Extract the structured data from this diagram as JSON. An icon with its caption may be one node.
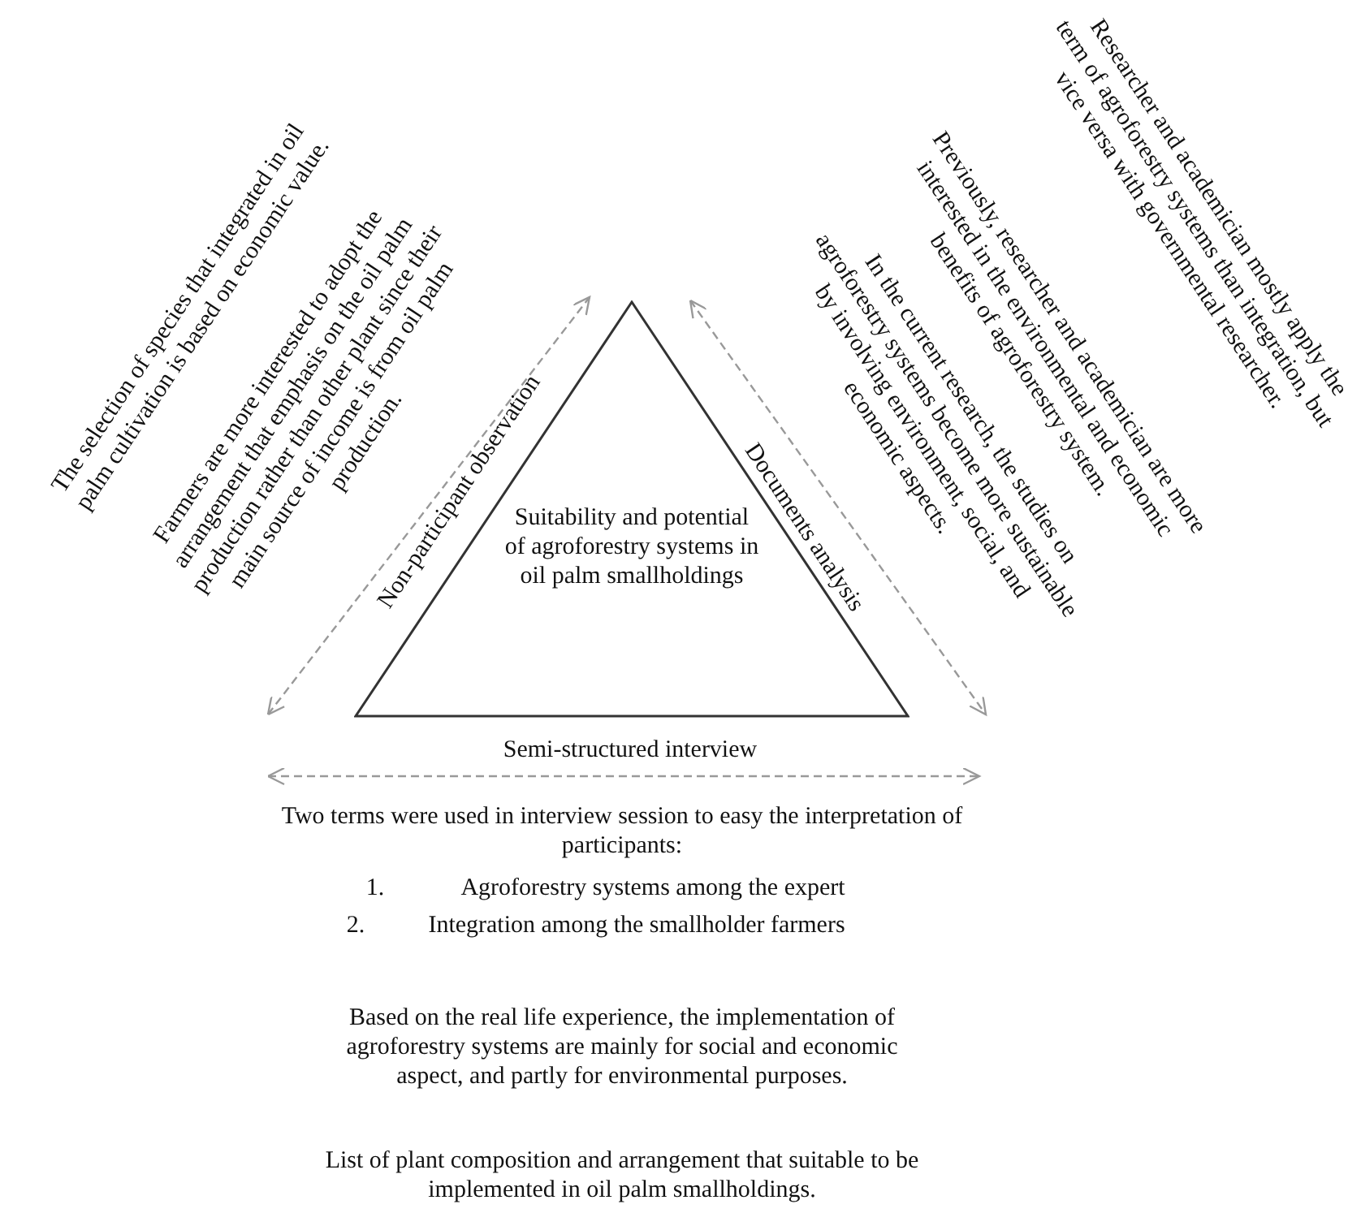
{
  "diagram": {
    "nodes": [
      {
        "text": [
          "Suitability and potential of agroforestry systems in oil palm smallholdings"
        ]
      }
    ],
    "edges": [],
    "labels": [
      "Researcher and academician mostly apply the term of agroforestry systems than integration, but vice versa with governmental researcher.",
      "The selection of species that integrated in oil palm cultivation is based on economic value.",
      "Previously, researcher and academician are more interested in the environmental and economic benefits of agroforestry system.",
      "Farmers are more interested to adopt the arrangement that emphasis on the oil palm production rather than other plant since their main source of income is from oil palm production.",
      "In the current research, the studies on agroforestry systems become more sustainable by involving environment, social, and economic aspects.",
      "Non-participant observation",
      "Documents analysis",
      "Semi-structured interview",
      "Two terms were used in interview session to easy the interpretation of participants:",
      "1.",
      "Agroforestry systems among the expert",
      "2.",
      "Integration among the smallholder farmers",
      "Based on the real life experience, the implementation of agroforestry systems are mainly for social and economic aspect, and partly for environmental purposes.",
      "List of plant composition and arrangement that suitable to be implemented in oil palm smallholdings."
    ]
  }
}
